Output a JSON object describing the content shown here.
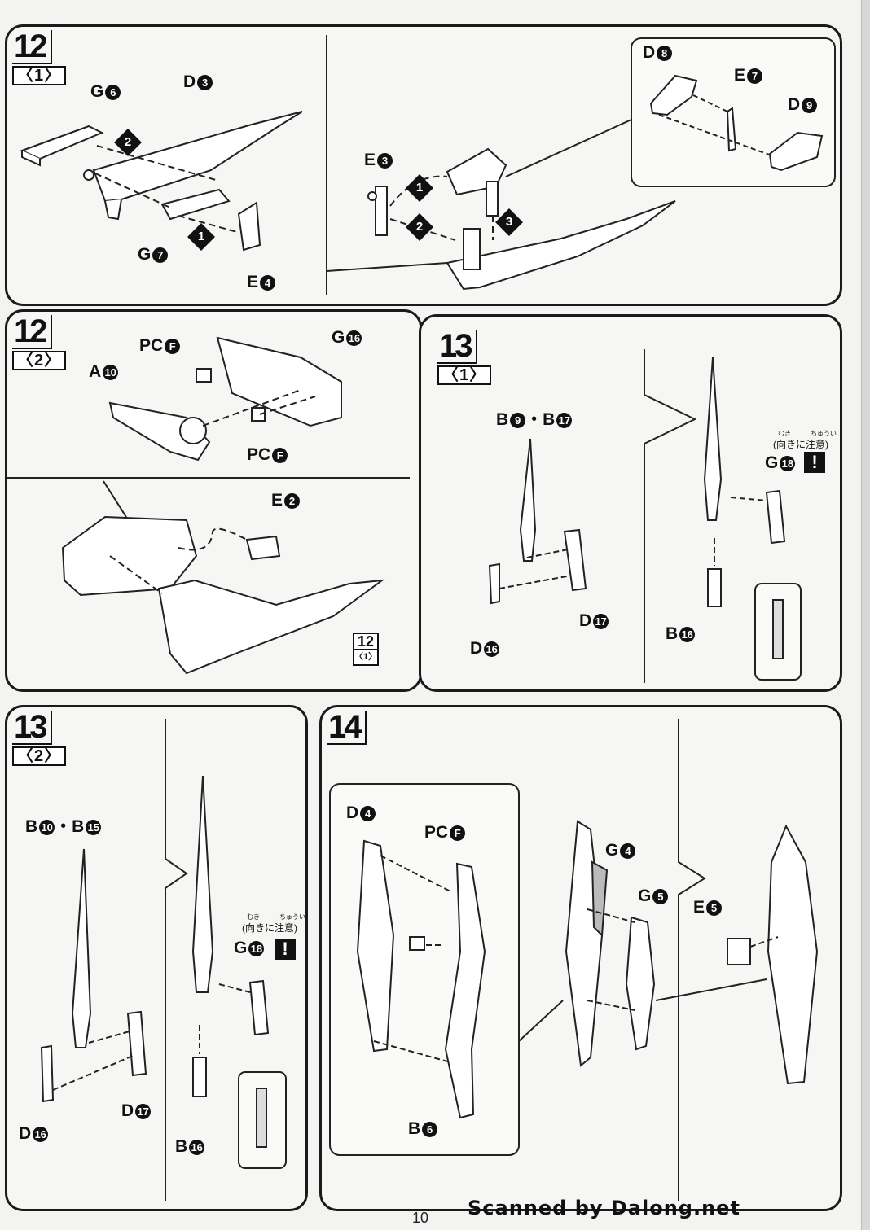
{
  "page": {
    "page_number": "10",
    "watermark": "Scanned by Dalong.net"
  },
  "step12_1": {
    "step": "12",
    "sub": "〈1〉",
    "labels": {
      "g6": "G",
      "g6n": "6",
      "d3": "D",
      "d3n": "3",
      "g7": "G",
      "g7n": "7",
      "e4": "E",
      "e4n": "4",
      "e3": "E",
      "e3n": "3",
      "d8": "D",
      "d8n": "8",
      "e7": "E",
      "e7n": "7",
      "d9": "D",
      "d9n": "9"
    },
    "order_marks": [
      "1",
      "2",
      "1",
      "2",
      "3"
    ]
  },
  "step12_2": {
    "step": "12",
    "sub": "〈2〉",
    "labels": {
      "pcf_top": "PC",
      "pcf_top_n": "F",
      "g16": "G",
      "g16n": "16",
      "a10": "A",
      "a10n": "10",
      "pcf_bot": "PC",
      "pcf_bot_n": "F",
      "e2": "E",
      "e2n": "2"
    },
    "ref_step": "12",
    "ref_sub": "〈1〉"
  },
  "step13_1": {
    "step": "13",
    "sub": "〈1〉",
    "labels": {
      "b9b17": "B",
      "b9n": "9",
      "dot": "・",
      "b17": "B",
      "b17n": "17",
      "d17": "D",
      "d17n": "17",
      "d16": "D",
      "d16n": "16",
      "g18": "G",
      "g18n": "18",
      "b16": "B",
      "b16n": "16"
    },
    "ruby": "むき　　　ちゅうい",
    "caution": "(向きに注意)",
    "warn": "!"
  },
  "step13_2": {
    "step": "13",
    "sub": "〈2〉",
    "labels": {
      "b10": "B",
      "b10n": "10",
      "dot": "・",
      "b15": "B",
      "b15n": "15",
      "d17": "D",
      "d17n": "17",
      "d16": "D",
      "d16n": "16",
      "g18": "G",
      "g18n": "18",
      "b16": "B",
      "b16n": "16"
    },
    "ruby": "むき　　　ちゅうい",
    "caution": "(向きに注意)",
    "warn": "!"
  },
  "step14": {
    "step": "14",
    "labels": {
      "d4": "D",
      "d4n": "4",
      "pcf": "PC",
      "pcfn": "F",
      "b6": "B",
      "b6n": "6",
      "g4": "G",
      "g4n": "4",
      "g5": "G",
      "g5n": "5",
      "e5": "E",
      "e5n": "5"
    }
  }
}
